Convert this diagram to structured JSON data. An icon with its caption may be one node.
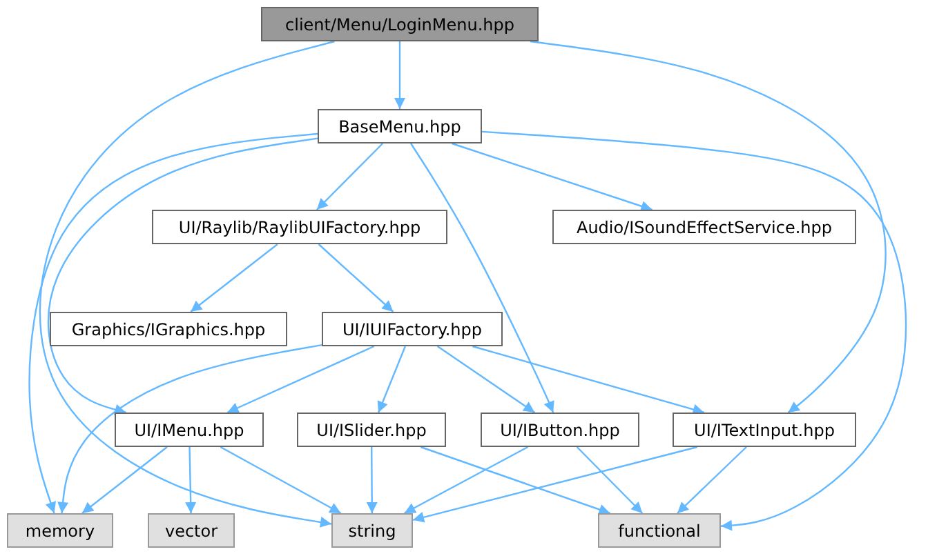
{
  "diagram": {
    "nodes": [
      {
        "text": [
          "client/Menu/LoginMenu.hpp"
        ]
      },
      {
        "text": [
          "BaseMenu.hpp"
        ]
      },
      {
        "text": [
          "UI/Raylib/RaylibUIFactory.hpp"
        ]
      },
      {
        "text": [
          "Audio/ISoundEffectService.hpp"
        ]
      },
      {
        "text": [
          "Graphics/IGraphics.hpp"
        ]
      },
      {
        "text": [
          "UI/IUIFactory.hpp"
        ]
      },
      {
        "text": [
          "UI/IMenu.hpp"
        ]
      },
      {
        "text": [
          "UI/ISlider.hpp"
        ]
      },
      {
        "text": [
          "UI/IButton.hpp"
        ]
      },
      {
        "text": [
          "UI/ITextInput.hpp"
        ]
      },
      {
        "text": [
          "memory"
        ]
      },
      {
        "text": [
          "vector"
        ]
      },
      {
        "text": [
          "string"
        ]
      },
      {
        "text": [
          "functional"
        ]
      }
    ],
    "edges": [
      {
        "from": 0,
        "to": 1,
        "arrow": "to"
      },
      {
        "from": 0,
        "to": 12,
        "arrow": "to"
      },
      {
        "from": 0,
        "to": 9,
        "arrow": "to"
      },
      {
        "from": 1,
        "to": 2,
        "arrow": "to"
      },
      {
        "from": 1,
        "to": 3,
        "arrow": "to"
      },
      {
        "from": 1,
        "to": 8,
        "arrow": "to"
      },
      {
        "from": 1,
        "to": 13,
        "arrow": "to"
      },
      {
        "from": 1,
        "to": 10,
        "arrow": "to"
      },
      {
        "from": 1,
        "to": 6,
        "arrow": "to"
      },
      {
        "from": 2,
        "to": 4,
        "arrow": "to"
      },
      {
        "from": 2,
        "to": 5,
        "arrow": "to"
      },
      {
        "from": 5,
        "to": 10,
        "arrow": "to"
      },
      {
        "from": 5,
        "to": 6,
        "arrow": "to"
      },
      {
        "from": 5,
        "to": 7,
        "arrow": "to"
      },
      {
        "from": 5,
        "to": 8,
        "arrow": "to"
      },
      {
        "from": 5,
        "to": 9,
        "arrow": "to"
      },
      {
        "from": 6,
        "to": 10,
        "arrow": "to"
      },
      {
        "from": 6,
        "to": 11,
        "arrow": "to"
      },
      {
        "from": 6,
        "to": 12,
        "arrow": "to"
      },
      {
        "from": 7,
        "to": 12,
        "arrow": "to"
      },
      {
        "from": 7,
        "to": 13,
        "arrow": "to"
      },
      {
        "from": 8,
        "to": 12,
        "arrow": "to"
      },
      {
        "from": 8,
        "to": 13,
        "arrow": "to"
      },
      {
        "from": 9,
        "to": 12,
        "arrow": "to"
      },
      {
        "from": 9,
        "to": 13,
        "arrow": "to"
      }
    ]
  }
}
